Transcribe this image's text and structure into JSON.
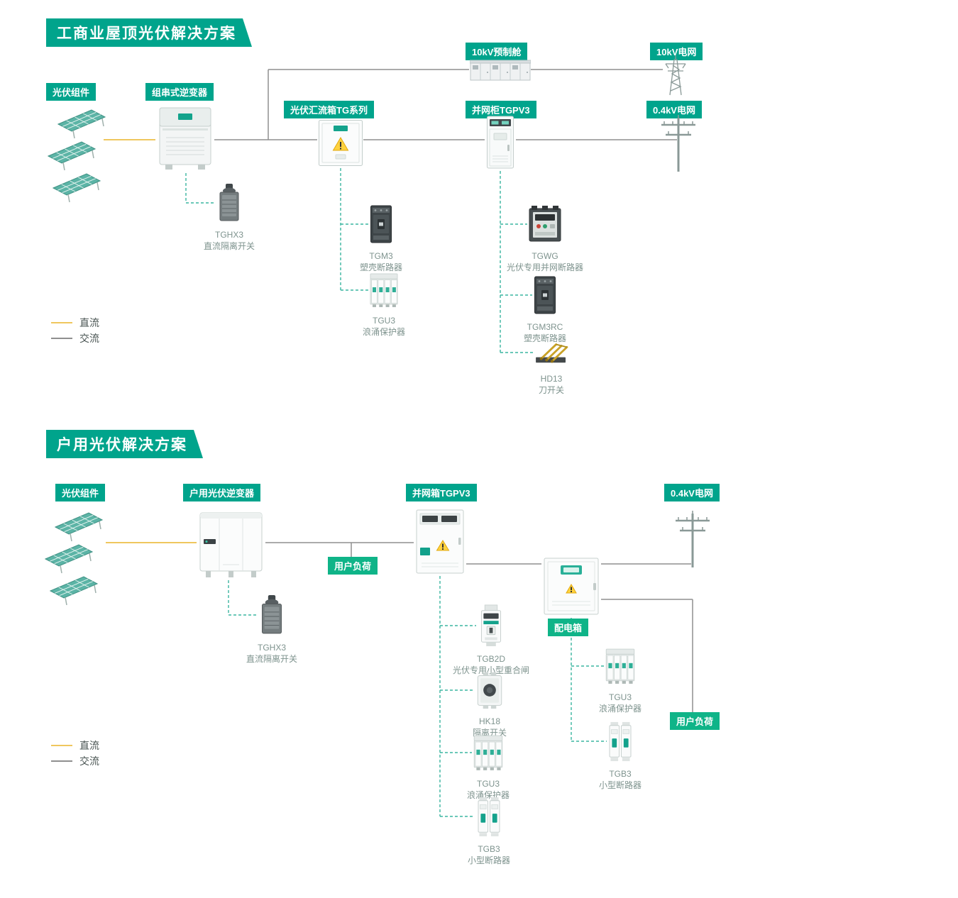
{
  "colors": {
    "accent_teal": "#00A48C",
    "badge_green": "#0FB488",
    "dc_line_yellow": "#EFC75E",
    "ac_line_gray": "#8F8F8F",
    "dashed_link_teal": "#3AB5A0",
    "warning_yellow": "#FFD23F"
  },
  "section_commercial": {
    "title": "工商业屋顶光伏解决方案",
    "badges": {
      "pv_modules": "光伏组件",
      "string_inverter": "组串式逆变器",
      "combiner_box": "光伏汇流箱TG系列",
      "prefab_cabin_10kv": "10kV预制舱",
      "grid_cabinet": "并网柜TGPV3",
      "grid_10kv": "10kV电网",
      "grid_04kv": "0.4kV电网"
    },
    "parts": {
      "tghx3": {
        "name": "TGHX3",
        "desc": "直流隔离开关"
      },
      "tgm3": {
        "name": "TGM3",
        "desc": "塑壳断路器"
      },
      "tgu3": {
        "name": "TGU3",
        "desc": "浪涌保护器"
      },
      "tgwg": {
        "name": "TGWG",
        "desc": "光伏专用并网断路器"
      },
      "tgm3rc": {
        "name": "TGM3RC",
        "desc": "塑壳断路器"
      },
      "hd13": {
        "name": "HD13",
        "desc": "刀开关"
      }
    },
    "legend": {
      "dc": "直流",
      "ac": "交流"
    }
  },
  "section_residential": {
    "title": "户用光伏解决方案",
    "badges": {
      "pv_modules": "光伏组件",
      "inverter": "户用光伏逆变器",
      "grid_box": "并网箱TGPV3",
      "grid_04kv": "0.4kV电网",
      "user_load_left": "用户负荷",
      "distribution_box": "配电箱",
      "user_load_right": "用户负荷"
    },
    "parts": {
      "tghx3": {
        "name": "TGHX3",
        "desc": "直流隔离开关"
      },
      "tgb2d": {
        "name": "TGB2D",
        "desc": "光伏专用小型重合闸"
      },
      "hk18": {
        "name": "HK18",
        "desc": "隔离开关"
      },
      "tgu3_grid": {
        "name": "TGU3",
        "desc": "浪涌保护器"
      },
      "tgb3_grid": {
        "name": "TGB3",
        "desc": "小型断路器"
      },
      "tgu3_dist": {
        "name": "TGU3",
        "desc": "浪涌保护器"
      },
      "tgb3_dist": {
        "name": "TGB3",
        "desc": "小型断路器"
      }
    },
    "legend": {
      "dc": "直流",
      "ac": "交流"
    }
  }
}
